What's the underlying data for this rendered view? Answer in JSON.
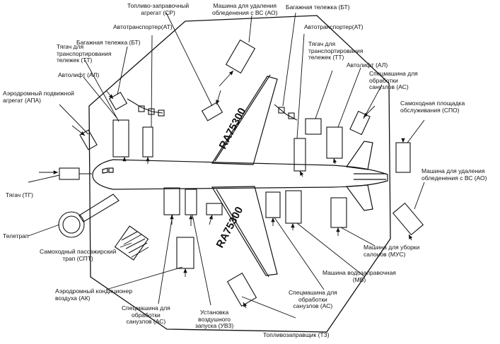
{
  "aircraft": {
    "registration": "RA75300"
  },
  "labels": {
    "tz_fuel_agregat": "Топливо-заправочный\nагрегат (СР)",
    "ao_top": "Машина для удаления\nобледенения с ВС (АО)",
    "bt_top": "Багажная тележка (БТ)",
    "at_left": "Автотранспортер(АТ)",
    "at_right": "Автотранспортер(АТ)",
    "bt_left": "Багажная тележка (БТ)",
    "tt_left": "Тягач для\nтранспортирования\nтележек (ТТ)",
    "tt_right": "Тягач для\nтранспортирования\nтележек (ТТ)",
    "al_left": "Автолифт (АЛ)",
    "al_right": "Автолифт (АЛ)",
    "apa": "Аэродромный подвижной\nагрегат (АПА)",
    "as_right_top": "Спецмашина для\nобработки\nсанузлов (АС)",
    "spo": "Самоходная площадка\nобслуживания (СПО)",
    "tg": "Тягач (ТГ)",
    "ao_right": "Машина для удаления\nобледенения с ВС (АО)",
    "teletrap": "Телетрап",
    "spt": "Самоходный пассажирский\nтрап (СПТ)",
    "mus": "Машина для уборки\nсалонов (МУС)",
    "mv": "Машина водозаправочная\n(МВ)",
    "ak": "Аэродромный кондиционер\nвоздуха (АК)",
    "as_bottom_right": "Спецмашина для\nобработки\nсанузлов (АС)",
    "as_bottom_left": "Спецмашина для\nобработки\nсанузлов (АС)",
    "uvz": "Установка\nвоздушного\nзапуска (УВЗ)",
    "tz": "Топливозаправщик (ТЗ)"
  }
}
